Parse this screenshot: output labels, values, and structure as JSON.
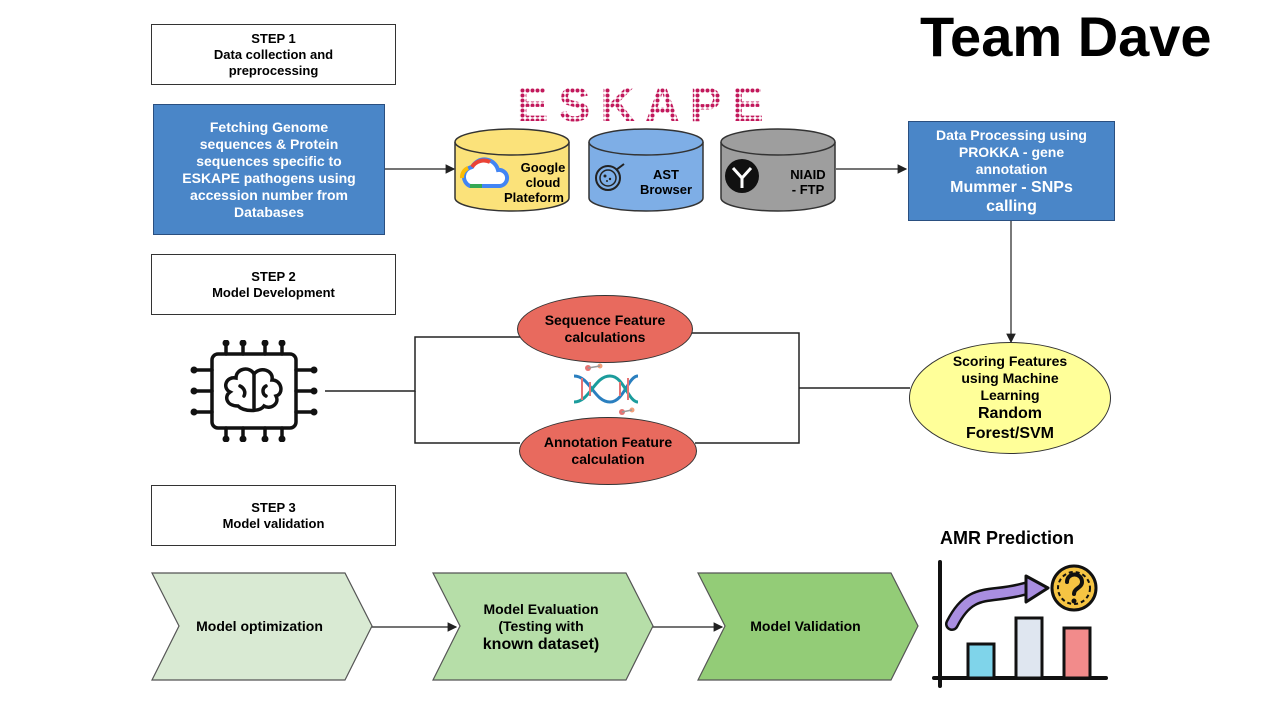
{
  "title": "Team Dave",
  "logo_text": "ESKAPE",
  "step1": {
    "line1": "STEP 1",
    "line2": "Data collection and",
    "line3": "preprocessing"
  },
  "step2": {
    "line1": "STEP 2",
    "line2": "Model Development"
  },
  "step3": {
    "line1": "STEP 3",
    "line2": "Model validation"
  },
  "fetch_box": {
    "lines": [
      "Fetching Genome",
      "sequences & Protein",
      "sequences specific to",
      "ESKAPE pathogens using",
      "accession number from",
      "Databases"
    ]
  },
  "databases": [
    {
      "lines": [
        "Google",
        "cloud",
        "Plateform"
      ],
      "icon": "google-cloud-icon",
      "color": "#fbe27a"
    },
    {
      "lines": [
        "AST",
        "Browser"
      ],
      "icon": "petri-dish-icon",
      "color": "#7eaee6"
    },
    {
      "lines": [
        "NIAID",
        "- FTP"
      ],
      "icon": "niaid-logo-icon",
      "color": "#9e9e9e"
    }
  ],
  "processing_box": {
    "line1": "Data Processing using",
    "line2": "PROKKA - gene",
    "line3": "annotation",
    "line4": "Mummer - SNPs",
    "line5": "calling"
  },
  "sequence_feature": {
    "line1": "Sequence Feature",
    "line2": "calculations"
  },
  "annotation_feature": {
    "line1": "Annotation Feature",
    "line2": "calculation"
  },
  "scoring": {
    "line1": "Scoring Features",
    "line2": "using Machine",
    "line3": "Learning",
    "line4": "Random",
    "line5": "Forest/SVM"
  },
  "validation_steps": [
    {
      "lines": [
        "Model optimization"
      ],
      "color": "#d9ead3"
    },
    {
      "lines": [
        "Model Evaluation",
        "(Testing with",
        "known dataset)"
      ],
      "color": "#b6dea8"
    },
    {
      "lines": [
        "Model Validation"
      ],
      "color": "#93cc77"
    }
  ],
  "amr_title": "AMR Prediction",
  "colors": {
    "blue_box": "#4a86c8",
    "red_ellipse": "#e86a5e",
    "yellow_ellipse": "#ffff99"
  }
}
